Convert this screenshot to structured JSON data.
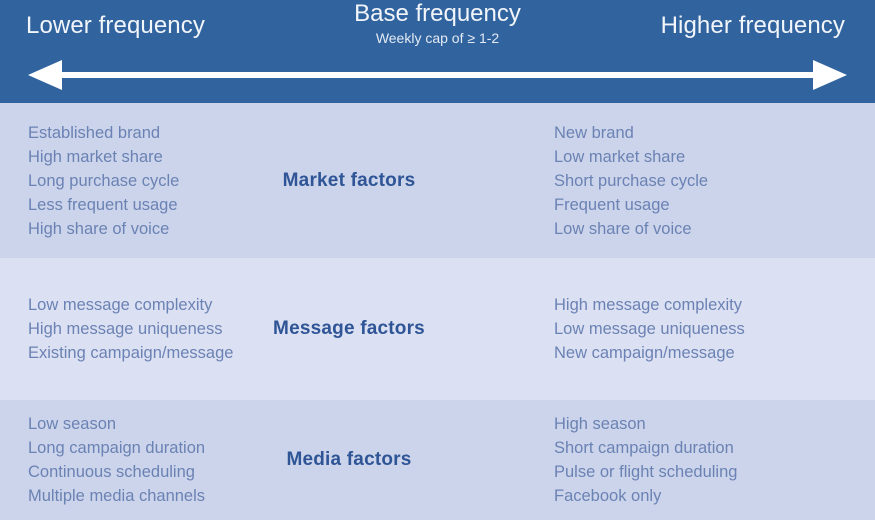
{
  "colors": {
    "header_bg": "#31649f",
    "header_text": "#f2f5fa",
    "band_dark": "#cbd4ea",
    "band_light": "#dbe0f2",
    "center_label_text": "#2f5597",
    "list_text": "#6b82b4",
    "arrow": "#ffffff"
  },
  "header": {
    "left_label": "Lower frequency",
    "center_label": "Base frequency",
    "center_sublabel": "Weekly cap of ≥ 1-2",
    "right_label": "Higher frequency",
    "arrow_icon": "double-headed-horizontal-arrow-icon"
  },
  "rows": [
    {
      "center_label": "Market factors",
      "left_items": [
        "Established brand",
        "High market share",
        "Long purchase cycle",
        "Less frequent usage",
        "High share of voice"
      ],
      "right_items": [
        "New brand",
        "Low market share",
        "Short purchase cycle",
        "Frequent usage",
        "Low share of voice"
      ]
    },
    {
      "center_label": "Message factors",
      "left_items": [
        "Low message complexity",
        "High message uniqueness",
        "Existing campaign/message"
      ],
      "right_items": [
        "High message complexity",
        "Low message uniqueness",
        "New campaign/message"
      ]
    },
    {
      "center_label": "Media factors",
      "left_items": [
        "Low season",
        "Long campaign duration",
        "Continuous scheduling",
        "Multiple media channels"
      ],
      "right_items": [
        "High season",
        "Short campaign duration",
        "Pulse or flight scheduling",
        "Facebook only"
      ]
    }
  ]
}
